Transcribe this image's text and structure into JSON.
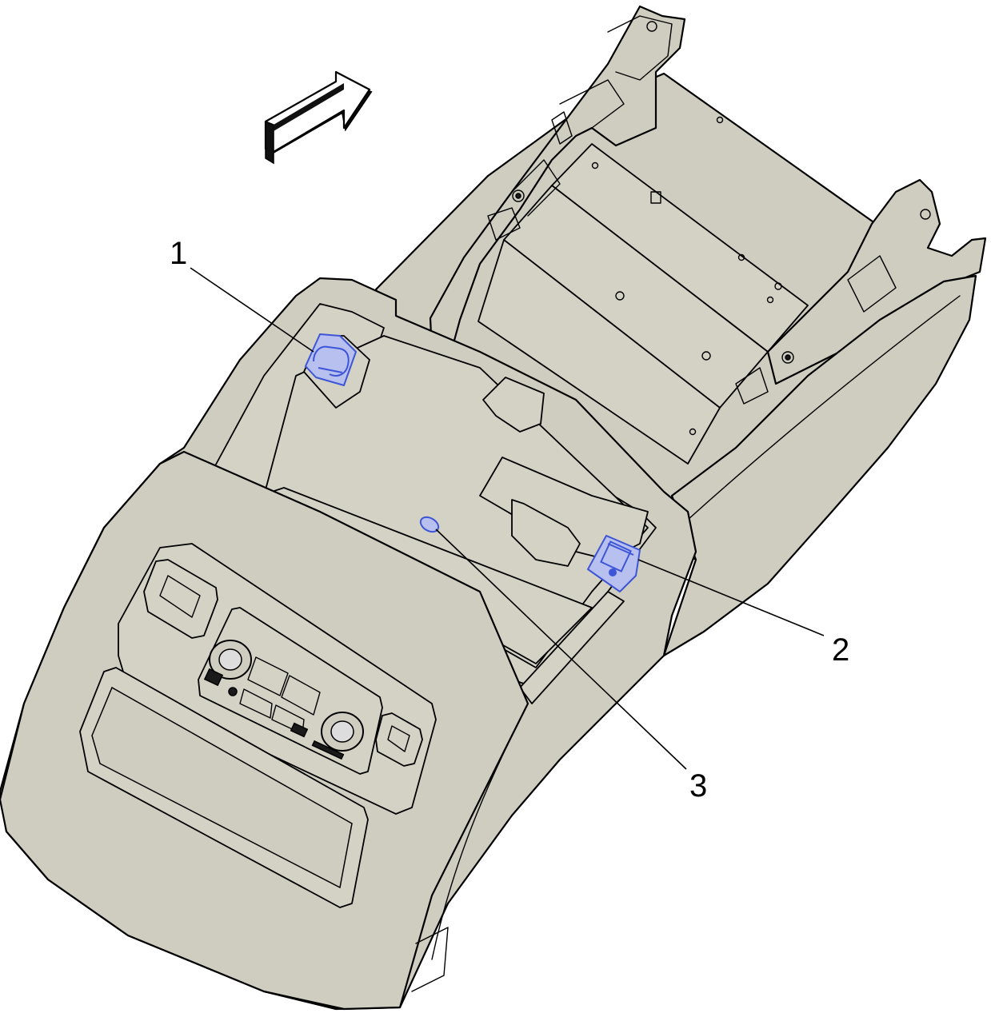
{
  "callouts": [
    {
      "id": "1",
      "label": "1"
    },
    {
      "id": "2",
      "label": "2"
    },
    {
      "id": "3",
      "label": "3"
    }
  ],
  "colors": {
    "part_fill": "#cfcdbf",
    "highlight_fill": "#b7c0ef",
    "highlight_stroke": "#3d55d6",
    "outline": "#000000",
    "background": "#ffffff"
  },
  "icons": {
    "direction_arrow": "forward-arrow-icon"
  }
}
